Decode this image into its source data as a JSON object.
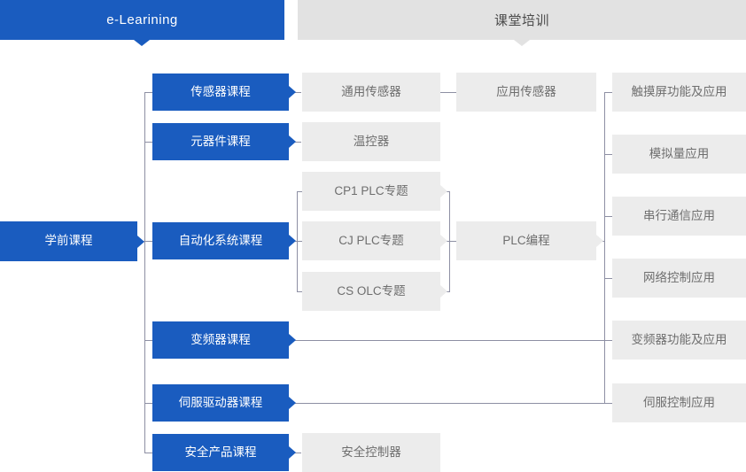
{
  "headers": {
    "left": {
      "label": "e-Learining",
      "color": "#1a5cbf",
      "text_color": "#ffffff"
    },
    "right": {
      "label": "课堂培训",
      "color": "#e2e2e2",
      "text_color": "#4a4a4a"
    }
  },
  "palette": {
    "blue": "#1a5cbf",
    "gray_box": "#ececec",
    "gray_header": "#e2e2e2",
    "line": "#8d8fa3",
    "gray_text": "#6e6e6e",
    "white_text": "#ffffff"
  },
  "root": {
    "label": "学前课程"
  },
  "col_courses": [
    {
      "label": "传感器课程"
    },
    {
      "label": "元器件课程"
    },
    {
      "label": "自动化系统课程"
    },
    {
      "label": "变频器课程"
    },
    {
      "label": "伺服驱动器课程"
    },
    {
      "label": "安全产品课程"
    }
  ],
  "col_topics": [
    {
      "label": "通用传感器"
    },
    {
      "label": "温控器"
    },
    {
      "label": "CP1 PLC专题"
    },
    {
      "label": "CJ PLC专题"
    },
    {
      "label": "CS OLC专题"
    },
    {
      "label": "安全控制器"
    }
  ],
  "col_merged": [
    {
      "label": "应用传感器"
    },
    {
      "label": "PLC编程"
    }
  ],
  "col_applications": [
    {
      "label": "触摸屏功能及应用"
    },
    {
      "label": "模拟量应用"
    },
    {
      "label": "串行通信应用"
    },
    {
      "label": "网络控制应用"
    },
    {
      "label": "变频器功能及应用"
    },
    {
      "label": "伺服控制应用"
    }
  ]
}
